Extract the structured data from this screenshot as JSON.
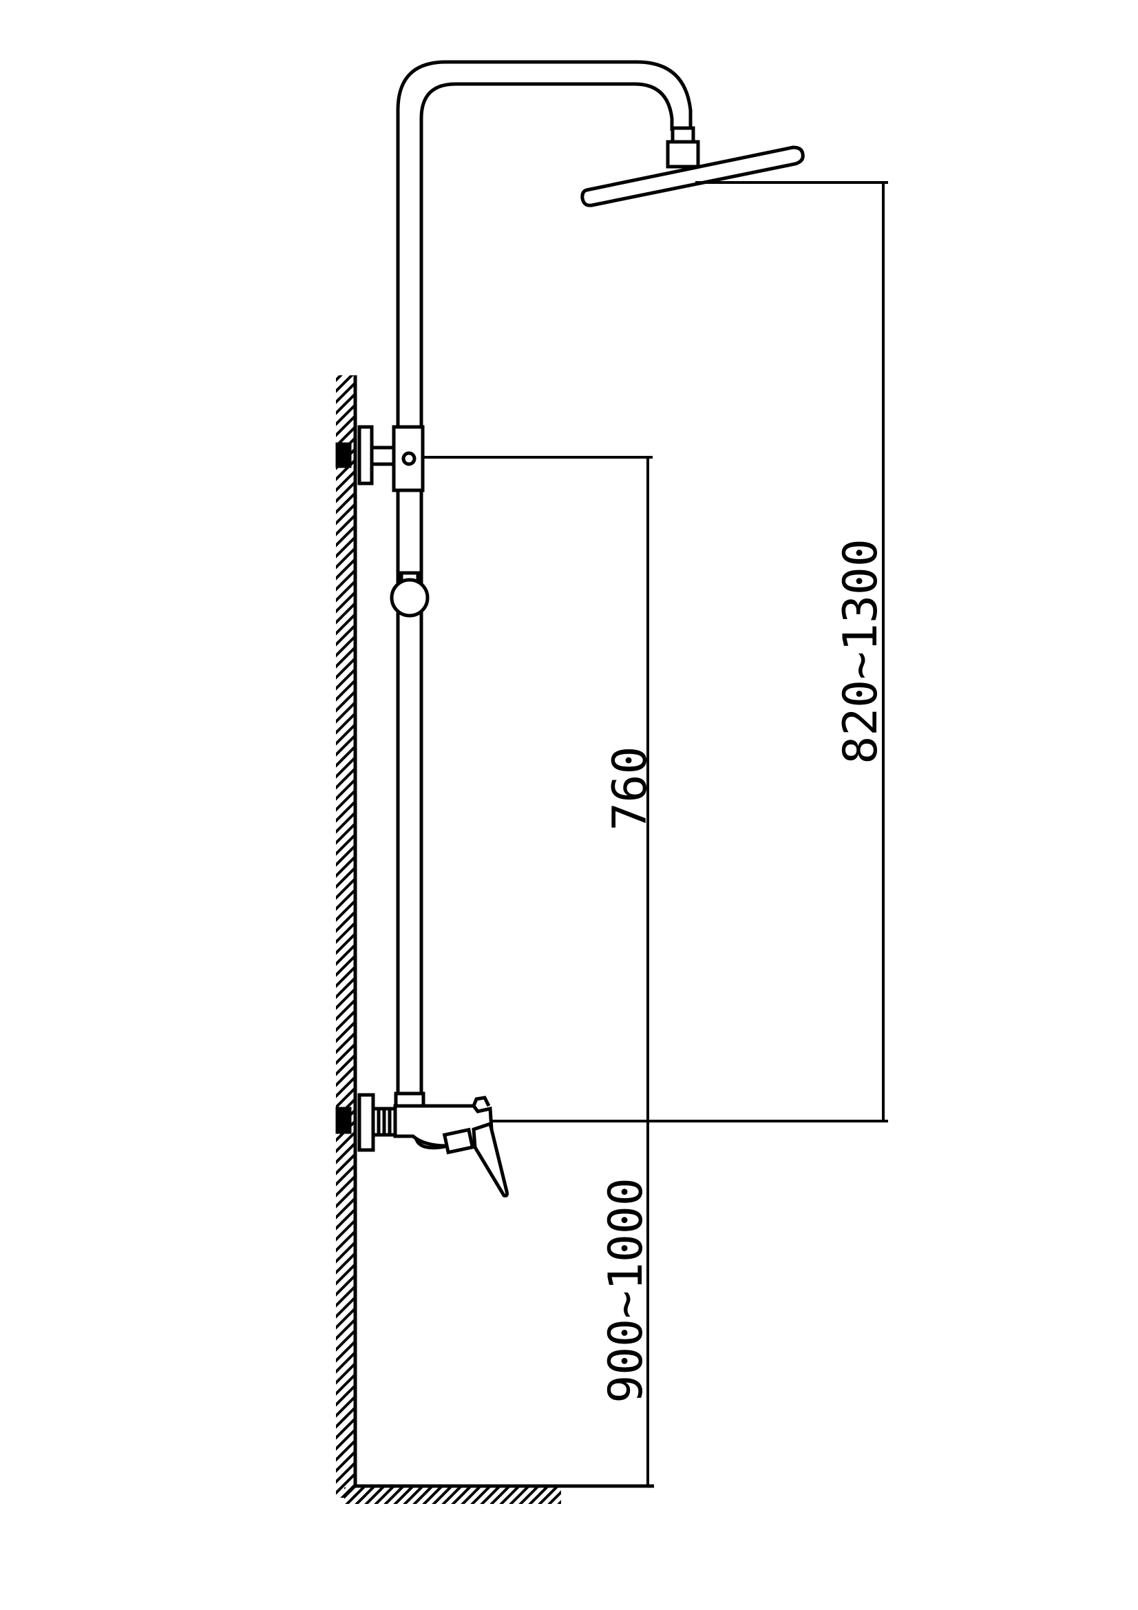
{
  "diagram": {
    "line_color": "#000000",
    "background": "#ffffff",
    "dimensions": {
      "head_height": "820~1300",
      "bracket_to_mixer": "760",
      "mixer_height": "900~1000"
    }
  }
}
